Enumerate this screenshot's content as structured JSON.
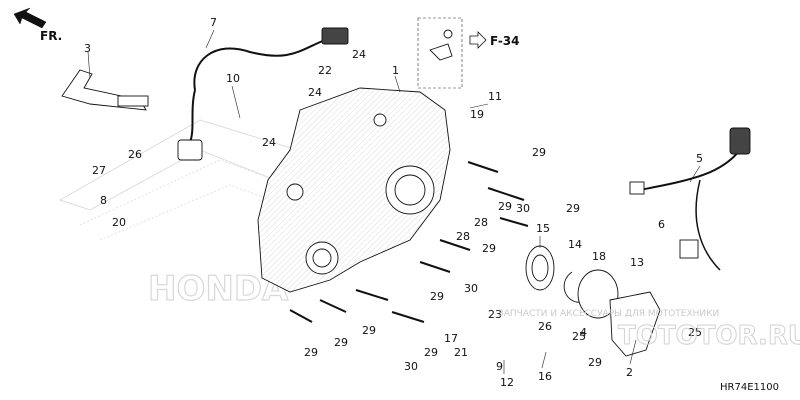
{
  "orientation": {
    "label": "FR."
  },
  "reference": {
    "label": "F-34"
  },
  "diagram_code": "HR74E1100",
  "watermark": {
    "brand": "HONDA",
    "caption": "ЗАПЧАСТИ И АКСЕССУАРЫ ДЛЯ МОТОТЕХНИКИ",
    "site": "TOTOTOR.RU"
  },
  "callouts": [
    "1",
    "2",
    "3",
    "4",
    "5",
    "6",
    "7",
    "8",
    "9",
    "10",
    "11",
    "12",
    "13",
    "14",
    "15",
    "16",
    "17",
    "18",
    "19",
    "20",
    "21",
    "22",
    "23",
    "24",
    "24",
    "24",
    "25",
    "25",
    "26",
    "26",
    "27",
    "28",
    "28",
    "29",
    "29",
    "29",
    "29",
    "29",
    "29",
    "29",
    "29",
    "30",
    "30",
    "30"
  ],
  "callout_list": [
    {
      "id": "c1",
      "label": "1"
    },
    {
      "id": "c2",
      "label": "2"
    },
    {
      "id": "c3",
      "label": "3"
    },
    {
      "id": "c4",
      "label": "4"
    },
    {
      "id": "c5",
      "label": "5"
    },
    {
      "id": "c6",
      "label": "6"
    },
    {
      "id": "c7",
      "label": "7"
    },
    {
      "id": "c8",
      "label": "8"
    },
    {
      "id": "c9",
      "label": "9"
    },
    {
      "id": "c10",
      "label": "10"
    },
    {
      "id": "c11",
      "label": "11"
    },
    {
      "id": "c12",
      "label": "12"
    },
    {
      "id": "c13",
      "label": "13"
    },
    {
      "id": "c14",
      "label": "14"
    },
    {
      "id": "c15",
      "label": "15"
    },
    {
      "id": "c16",
      "label": "16"
    },
    {
      "id": "c17",
      "label": "17"
    },
    {
      "id": "c18",
      "label": "18"
    },
    {
      "id": "c19",
      "label": "19"
    },
    {
      "id": "c20",
      "label": "20"
    },
    {
      "id": "c21",
      "label": "21"
    },
    {
      "id": "c22",
      "label": "22"
    },
    {
      "id": "c23",
      "label": "23"
    },
    {
      "id": "c24a",
      "label": "24"
    },
    {
      "id": "c24b",
      "label": "24"
    },
    {
      "id": "c24c",
      "label": "24"
    },
    {
      "id": "c25a",
      "label": "25"
    },
    {
      "id": "c25b",
      "label": "25"
    },
    {
      "id": "c26a",
      "label": "26"
    },
    {
      "id": "c26b",
      "label": "26"
    },
    {
      "id": "c27",
      "label": "27"
    },
    {
      "id": "c28a",
      "label": "28"
    },
    {
      "id": "c28b",
      "label": "28"
    },
    {
      "id": "c29a",
      "label": "29"
    },
    {
      "id": "c29b",
      "label": "29"
    },
    {
      "id": "c29c",
      "label": "29"
    },
    {
      "id": "c29d",
      "label": "29"
    },
    {
      "id": "c29e",
      "label": "29"
    },
    {
      "id": "c29f",
      "label": "29"
    },
    {
      "id": "c29g",
      "label": "29"
    },
    {
      "id": "c29h",
      "label": "29"
    },
    {
      "id": "c29i",
      "label": "29"
    },
    {
      "id": "c29j",
      "label": "29"
    },
    {
      "id": "c30a",
      "label": "30"
    },
    {
      "id": "c30b",
      "label": "30"
    },
    {
      "id": "c30c",
      "label": "30"
    }
  ]
}
